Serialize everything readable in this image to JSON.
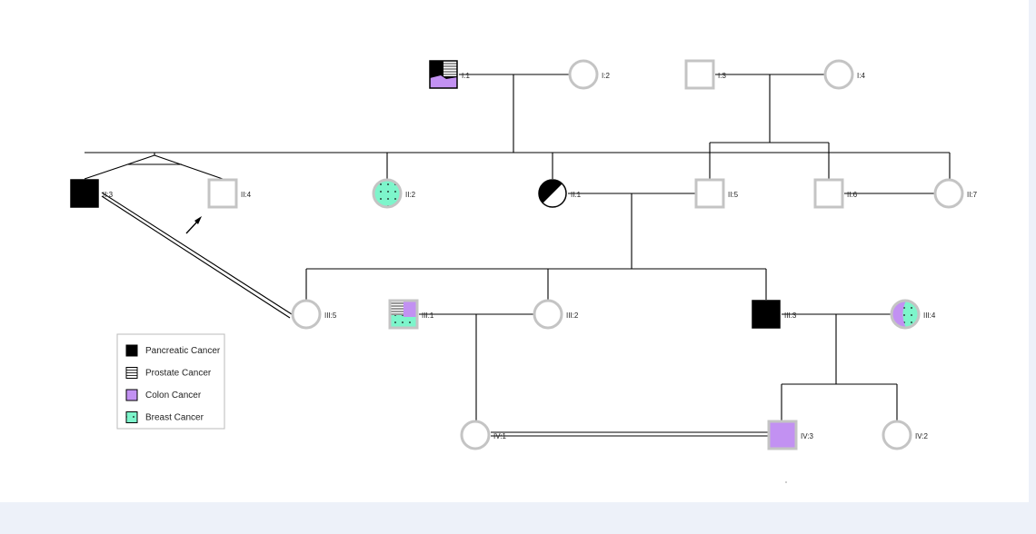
{
  "individuals": [
    {
      "id": "I:1",
      "label": "I:1",
      "sex": "male",
      "conditions": [
        "pancreatic",
        "prostate",
        "colon"
      ]
    },
    {
      "id": "I:2",
      "label": "I:2",
      "sex": "female",
      "conditions": []
    },
    {
      "id": "I:3",
      "label": "I:3",
      "sex": "male",
      "conditions": []
    },
    {
      "id": "I:4",
      "label": "I:4",
      "sex": "female",
      "conditions": []
    },
    {
      "id": "II:3",
      "label": "II:3",
      "sex": "male",
      "conditions": [
        "pancreatic"
      ]
    },
    {
      "id": "II:4",
      "label": "II:4",
      "sex": "male",
      "conditions": [],
      "proband": true
    },
    {
      "id": "II:2",
      "label": "II:2",
      "sex": "female",
      "conditions": [
        "breast"
      ]
    },
    {
      "id": "II:1",
      "label": "II:1",
      "sex": "female",
      "conditions": [
        "pancreatic"
      ],
      "half_affected": true
    },
    {
      "id": "II:5",
      "label": "II:5",
      "sex": "male",
      "conditions": []
    },
    {
      "id": "II:6",
      "label": "II:6",
      "sex": "male",
      "conditions": []
    },
    {
      "id": "II:7",
      "label": "II:7",
      "sex": "female",
      "conditions": []
    },
    {
      "id": "III:5",
      "label": "III:5",
      "sex": "female",
      "conditions": []
    },
    {
      "id": "III:1",
      "label": "III:1",
      "sex": "male",
      "conditions": [
        "prostate",
        "colon",
        "breast"
      ]
    },
    {
      "id": "III:2",
      "label": "III:2",
      "sex": "female",
      "conditions": []
    },
    {
      "id": "III:3",
      "label": "III:3",
      "sex": "male",
      "conditions": [
        "pancreatic"
      ]
    },
    {
      "id": "III:4",
      "label": "III:4",
      "sex": "female",
      "conditions": [
        "colon",
        "breast"
      ]
    },
    {
      "id": "IV:1",
      "label": "IV:1",
      "sex": "female",
      "conditions": []
    },
    {
      "id": "IV:3",
      "label": "IV:3",
      "sex": "male",
      "conditions": [
        "colon"
      ]
    },
    {
      "id": "IV:2",
      "label": "IV:2",
      "sex": "female",
      "conditions": []
    }
  ],
  "legend": {
    "items": [
      {
        "key": "pancreatic",
        "label": "Pancreatic Cancer"
      },
      {
        "key": "prostate",
        "label": "Prostate Cancer"
      },
      {
        "key": "colon",
        "label": "Colon Cancer"
      },
      {
        "key": "breast",
        "label": "Breast Cancer"
      }
    ]
  },
  "colors": {
    "pancreatic": "#000000",
    "colon": "#c291f2",
    "breast": "#7df5cb",
    "outline": "#c4c4c4",
    "line": "#000000"
  }
}
